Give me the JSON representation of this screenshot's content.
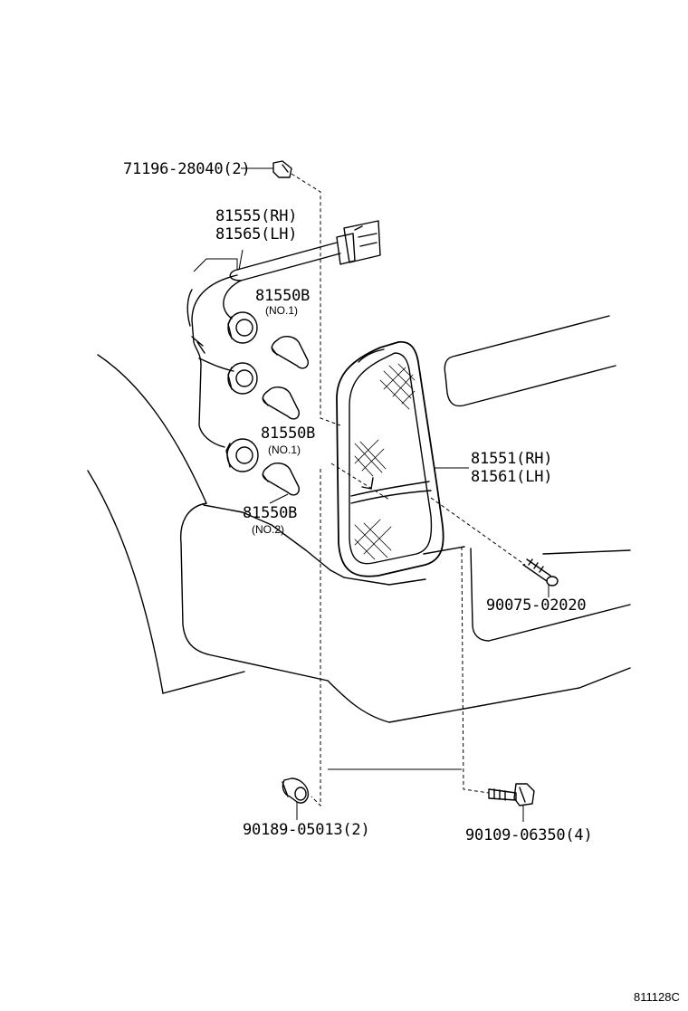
{
  "diagram": {
    "figure_id": "811128C",
    "callouts": {
      "clip_top": "71196-28040(2)",
      "socket_rh": "81555(RH)",
      "socket_lh": "81565(LH)",
      "bulb_a_part": "81550B",
      "bulb_a_note": "(NO.1)",
      "bulb_b_part": "81550B",
      "bulb_b_note": "(NO.1)",
      "bulb_c_part": "81550B",
      "bulb_c_note": "(NO.2)",
      "lamp_rh": "81551(RH)",
      "lamp_lh": "81561(LH)",
      "screw": "90075-02020",
      "clip_bottom": "90189-05013(2)",
      "bolt": "90109-06350(4)"
    }
  }
}
